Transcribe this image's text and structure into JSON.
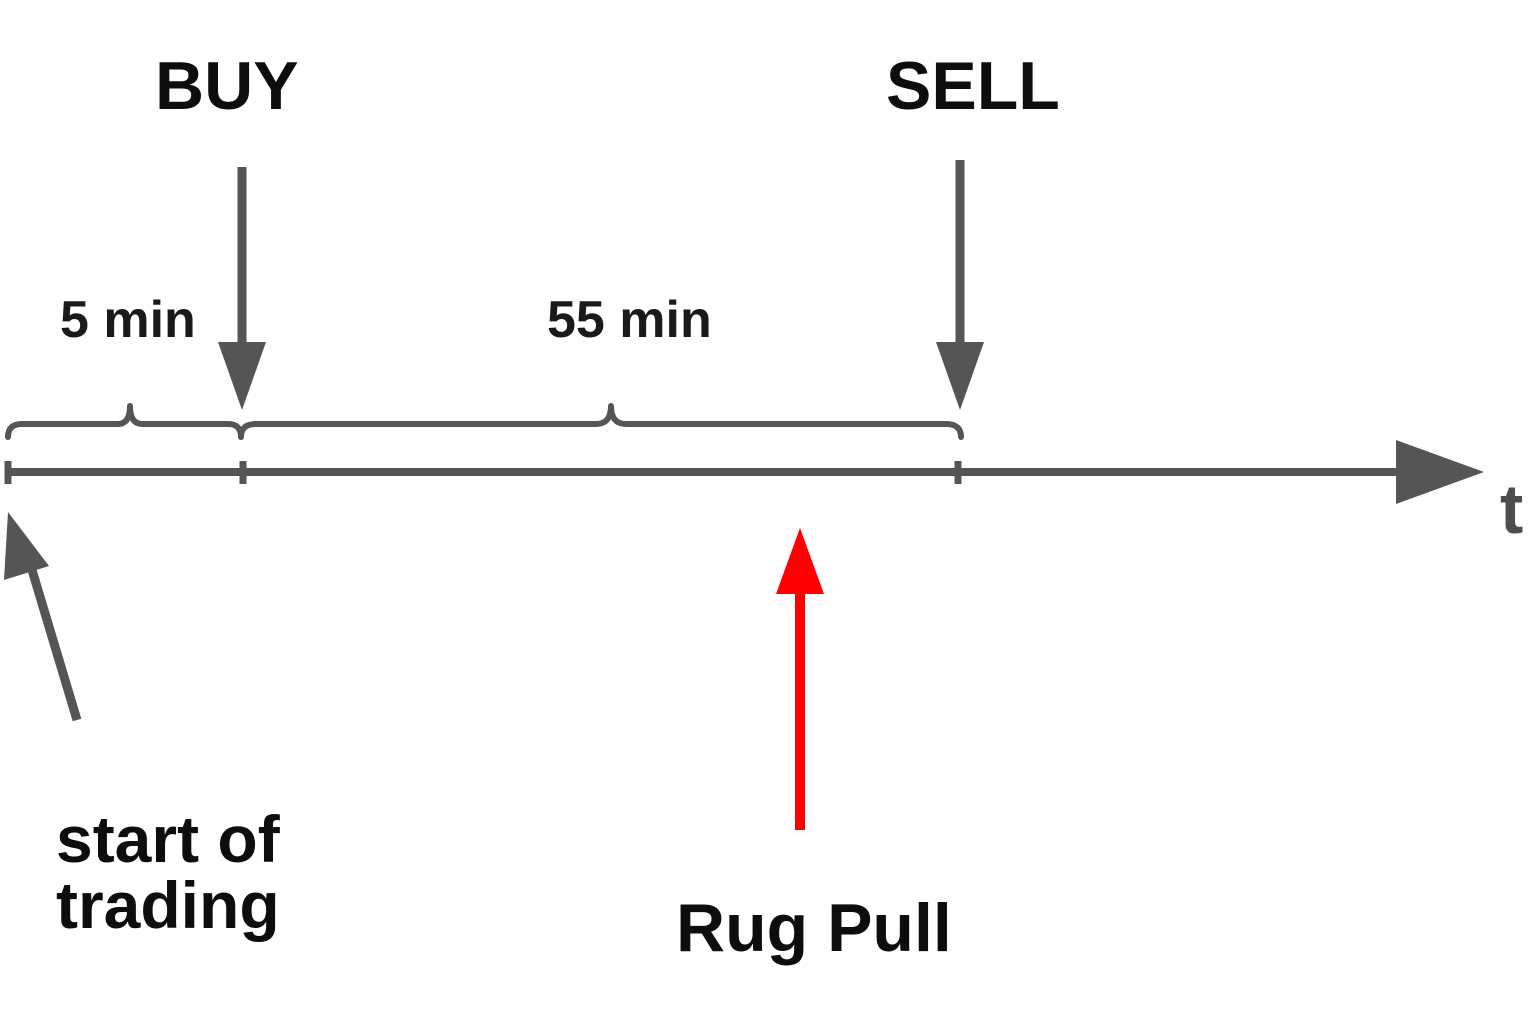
{
  "labels": {
    "buy": "BUY",
    "sell": "SELL",
    "first_interval": "5 min",
    "second_interval": "55 min",
    "time_axis": "t",
    "start_line1": "start of",
    "start_line2": "trading",
    "event": "Rug Pull"
  },
  "colors": {
    "axis": "#555555",
    "event_arrow": "#ff0000",
    "text": "#0d0d0d"
  }
}
